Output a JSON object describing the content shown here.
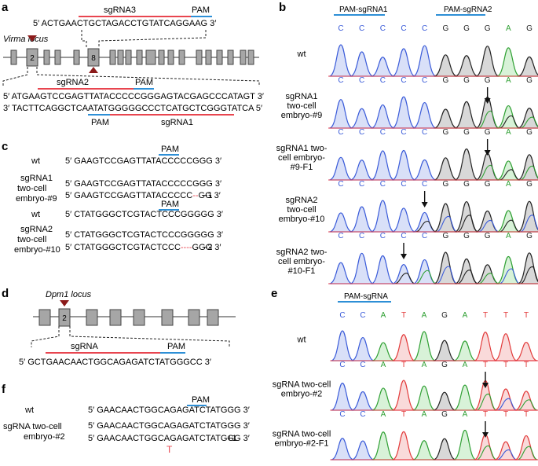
{
  "panels": {
    "a": {
      "letter": "a",
      "sgrna3_label": "sgRNA3",
      "pam_top_label": "PAM",
      "seq_top": "5′ ACTGAACTGCTAGACCTGTATCAGGAAG 3′",
      "locus_label": "Virma locus",
      "exon2": "2",
      "exon8": "8",
      "sgrna2_label": "sgRNA2",
      "pam_mid_label": "PAM",
      "seq_bot1": "5′ ATGAAGTCCGAGTTATACCCCCGGGAGTACGAGCCCATAGT 3′",
      "seq_bot2": "3′ TACTTCAGGCTCAATATGGGGGCCCTCATGCTCGGGTATCA 5′",
      "pam_bot_label": "PAM",
      "sgrna1_label": "sgRNA1"
    },
    "b": {
      "letter": "b",
      "pam_sg1": "PAM-sgRNA1",
      "pam_sg2": "PAM-sgRNA2",
      "bases": [
        "C",
        "C",
        "C",
        "C",
        "C",
        "G",
        "G",
        "G",
        "A",
        "G"
      ],
      "rows": [
        {
          "label": "wt"
        },
        {
          "label": "sgRNA1\ntwo-cell\nembryo-#9"
        },
        {
          "label": "sgRNA1 two-\ncell embryo-\n#9-F1"
        },
        {
          "label": "sgRNA2\ntwo-cell\nembryo-#10"
        },
        {
          "label": "sgRNA2 two-\ncell embryo-\n#10-F1"
        }
      ]
    },
    "c": {
      "letter": "c",
      "pam1": "PAM",
      "pam2": "PAM",
      "wt1_label": "wt",
      "wt1_seq": "5′ GAAGTCCGAGTTATACCCCCGGG 3′",
      "sg1_label_l1": "sgRNA1",
      "sg1_label_l2": "two-cell",
      "sg1_label_l3": "embryo-#9",
      "sg1_seq_a": "5′ GAAGTCCGAGTTATACCCCCGGG 3′",
      "sg1_seq_b_pre": "5′ GAAGTCCGAGTTATACCCCC",
      "sg1_seq_b_del": "--",
      "sg1_seq_b_post": "GG 3′",
      "sg1_change": "−1",
      "wt2_label": "wt",
      "wt2_seq": "5′ CTATGGGCTCGTACTCCCGGGGG 3′",
      "sg2_label_l1": "sgRNA2",
      "sg2_label_l2": "two-cell",
      "sg2_label_l3": "embryo-#10",
      "sg2_seq_a": "5′ CTATGGGCTCGTACTCCCGGGGG 3′",
      "sg2_seq_b_pre": "5′ CTATGGGCTCGTACTCCC",
      "sg2_seq_b_del": "----",
      "sg2_seq_b_post": "GGG 3′",
      "sg2_change": "−2"
    },
    "d": {
      "letter": "d",
      "locus_label": "Dpm1 locus",
      "exon2": "2",
      "sgrna_label": "sgRNA",
      "pam_label": "PAM",
      "seq": "5′ GCTGAACAACTGGCAGAGATCTATGGGCC 3′"
    },
    "e": {
      "letter": "e",
      "pam_sg": "PAM-sgRNA",
      "bases": [
        "C",
        "C",
        "A",
        "T",
        "A",
        "G",
        "A",
        "T",
        "T",
        "T"
      ],
      "rows": [
        {
          "label": "wt"
        },
        {
          "label": "sgRNA two-cell\nembryo-#2"
        },
        {
          "label": "sgRNA two-cell\nembryo-#2-F1"
        }
      ]
    },
    "f": {
      "letter": "f",
      "pam": "PAM",
      "wt_label": "wt",
      "wt_seq": "5′ GAACAACTGGCAGAGATCTATGGG 3′",
      "sg_label_l1": "sgRNA two-cell",
      "sg_label_l2": "embryo-#2",
      "sg_seq_a": "5′ GAACAACTGGCAGAGATCTATGGG 3′",
      "sg_seq_b": "5′ GAACAACTGGCAGAGATCTATGGG 3′",
      "sg_change": "+1",
      "insert": "T"
    }
  },
  "colors": {
    "sgrna_line": "#e8454f",
    "pam_line": "#2d8fd6",
    "base_C": "#3a5bd9",
    "base_G": "#222222",
    "base_A": "#2fa033",
    "base_T": "#e23b3b",
    "exon_fill": "#a6a6a6",
    "marker": "#8b1a1a"
  }
}
